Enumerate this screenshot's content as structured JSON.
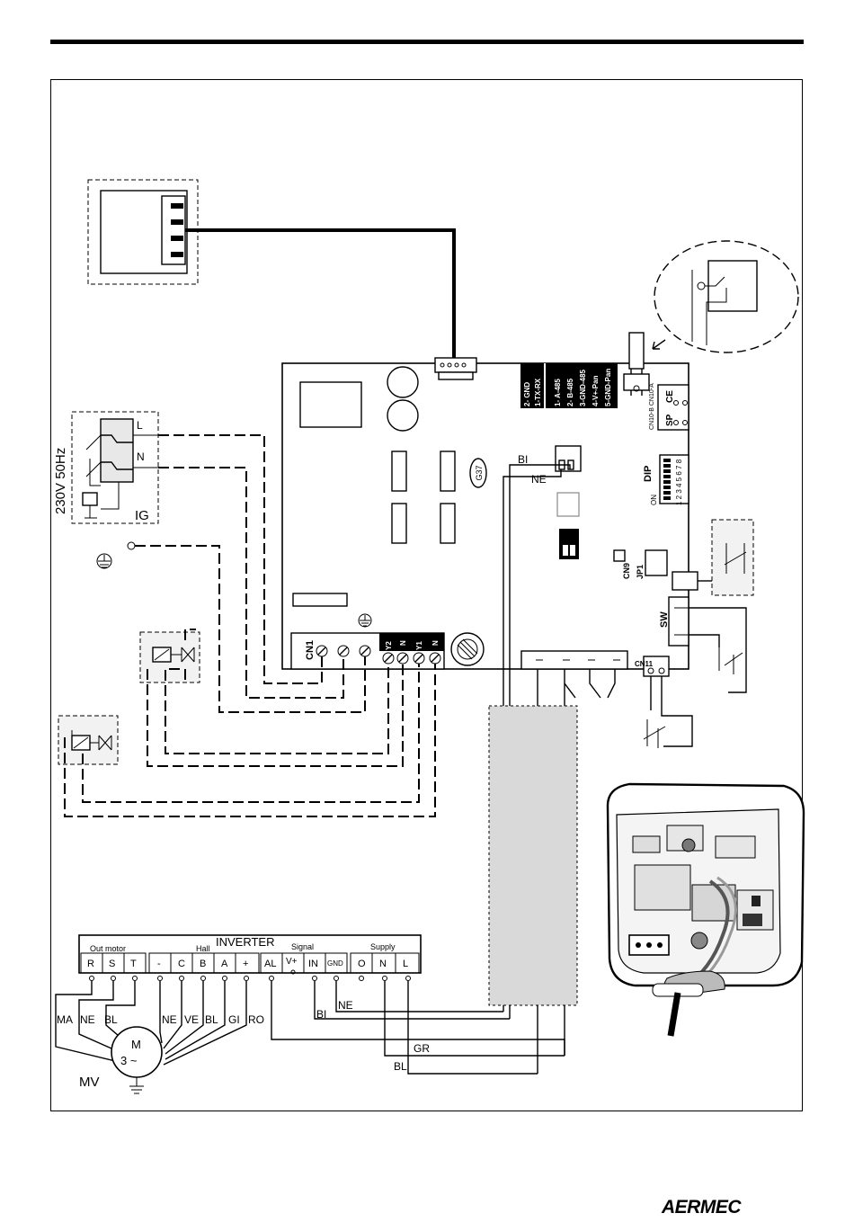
{
  "supply": {
    "label": "230V 50Hz",
    "line": "L",
    "neutral": "N",
    "switch": "IG"
  },
  "board": {
    "header_pins": [
      "2- GND",
      "1-TX-RX",
      "1- A-485",
      "2- B-485",
      "3-GND-485",
      "4-V+-Pan",
      "5-GND-Pan"
    ],
    "connectors": {
      "cn1": "CN1",
      "y2": "Y2",
      "n1": "N",
      "y1": "Y1",
      "n2": "N",
      "cn9": "CN9",
      "jp1": "JP1",
      "sw": "SW",
      "cn11": "CN11",
      "sp": "SP",
      "ce": "CE",
      "cn10": "CN10-B CN10-A",
      "dip": "DIP",
      "dip_on": "ON",
      "dip_numbers": "1 2 3 4 5 6 7 8",
      "g37": "G37"
    },
    "wire_bi": "BI",
    "wire_ne": "NE"
  },
  "inverter": {
    "title": "INVERTER",
    "groups": {
      "out_motor": "Out motor",
      "hall": "Hall",
      "signal": "Signal",
      "supply": "Supply"
    },
    "terminals": [
      "R",
      "S",
      "T",
      "-",
      "C",
      "B",
      "A",
      "+",
      "AL",
      "V+",
      "IN",
      "GND",
      "O",
      "N",
      "L"
    ]
  },
  "motor": {
    "label": "MV",
    "symbol_m": "M",
    "symbol_phase": "3 ~",
    "wire_colors": [
      "MA",
      "NE",
      "BL",
      "NE",
      "VE",
      "BL",
      "GI",
      "RO"
    ]
  },
  "signal_wires": {
    "ne": "NE",
    "bi": "BI",
    "gr": "GR",
    "bl": "BL"
  },
  "brand": "AERMEC"
}
